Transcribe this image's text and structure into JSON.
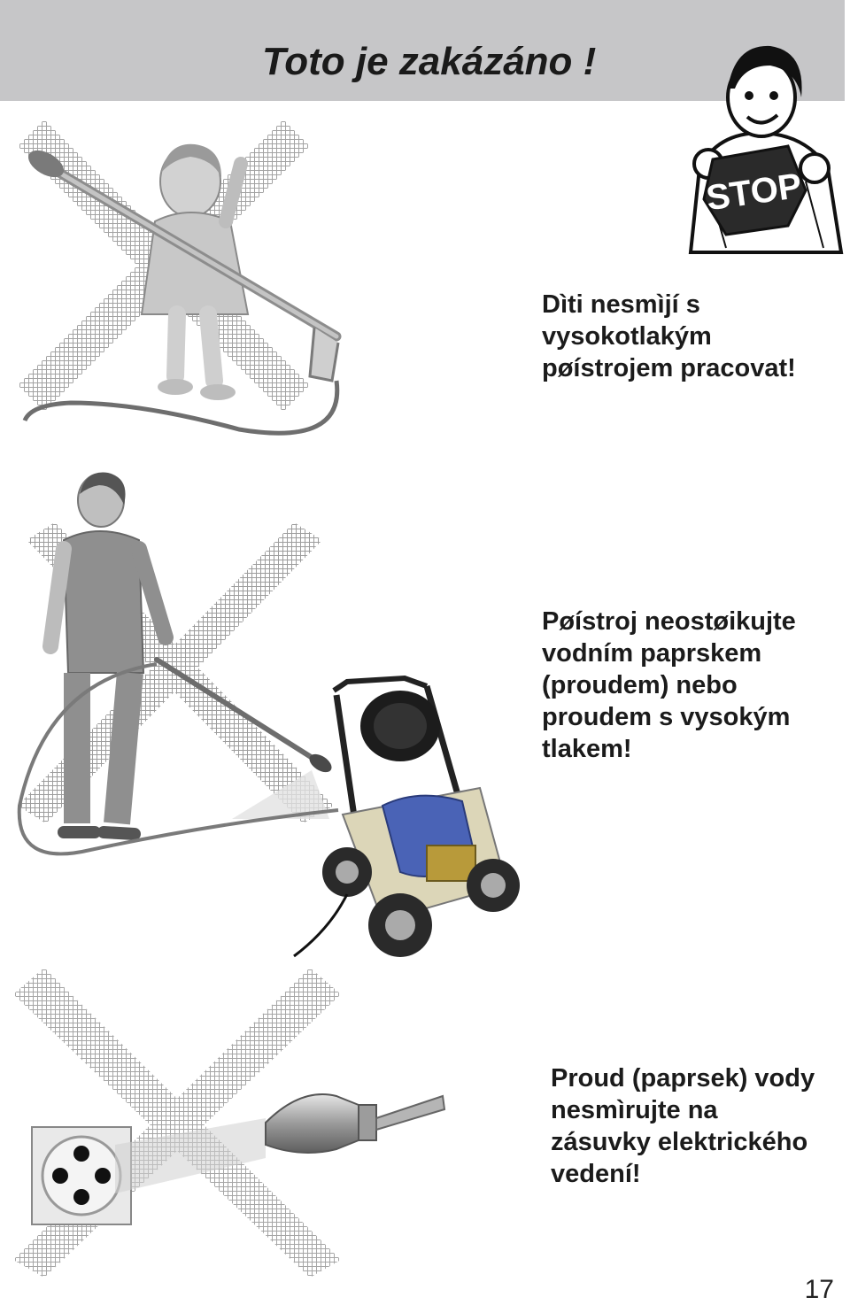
{
  "header": {
    "title": "Toto je zakázáno !"
  },
  "stop_mascot": {
    "icon": "stop-sign-mascot-icon",
    "sign_text": "STOP"
  },
  "sections": [
    {
      "illustration": "child-with-spray-lance-crossed-out",
      "caption": "Dìti nesmìjí s\nvysokotlakým\npøístrojem pracovat!"
    },
    {
      "illustration": "man-spraying-pressure-washer-crossed-out",
      "caption": "Pøístroj neostøikujte\nvodním paprskem\n(proudem) nebo\nproudem s vysokým\ntlakem!"
    },
    {
      "illustration": "nozzle-spraying-socket-crossed-out",
      "caption": "Proud (paprsek) vody\nnesmìrujte na\nzásuvky elektrického\nvedení!"
    }
  ],
  "footer": {
    "page_number": "17"
  },
  "colors": {
    "header_bar": "#c6c6c8",
    "text": "#1b1b1b",
    "cross_hatch": "#9a9a9a",
    "machine_blue": "#4a63b6"
  }
}
